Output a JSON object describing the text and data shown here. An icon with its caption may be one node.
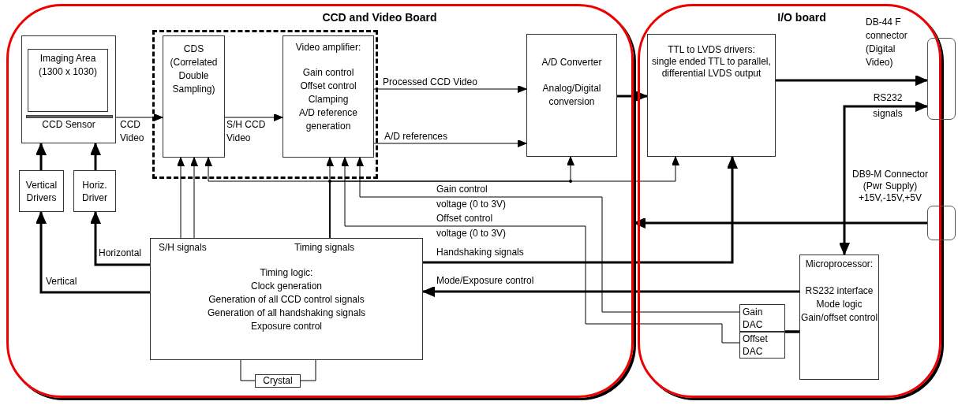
{
  "diagram": {
    "nodes": [
      {
        "text": [
          "CCD and Video Board"
        ]
      },
      {
        "text": [
          "I/O board"
        ]
      },
      {
        "text": [
          "CCD Sensor"
        ],
        "in": 0
      },
      {
        "text": [
          "Imaging Area (1300 x 1030)"
        ],
        "in": 2
      },
      {
        "text": [],
        "shape": "box",
        "in": 0
      },
      {
        "text": [
          "CDS (Correlated Double Sampling)"
        ],
        "in": 4
      },
      {
        "text": [
          "Video amplifier:",
          "Gain control",
          "Offset control",
          "Clamping",
          "A/D reference generation"
        ],
        "in": 4
      },
      {
        "text": [
          "A/D Converter",
          "Analog/Digital conversion"
        ],
        "in": 0
      },
      {
        "text": [
          "Vertical Drivers"
        ],
        "in": 0
      },
      {
        "text": [
          "Horiz. Driver"
        ],
        "in": 0
      },
      {
        "text": [
          "S/H signals",
          "Timing signals",
          "Timing logic:",
          "Clock generation",
          "Generation of all CCD control signals",
          "Generation of all handshaking signals",
          "Exposure control"
        ],
        "in": 0
      },
      {
        "text": [
          "Crystal"
        ],
        "in": 0
      },
      {
        "text": [
          "TTL to LVDS drivers:",
          "single ended TTL to parallel, differential LVDS output"
        ],
        "in": 1
      },
      {
        "text": [],
        "shape": "box",
        "beside": [
          "DB-44 F connector (Digital Video)"
        ]
      },
      {
        "text": [],
        "shape": "box",
        "beside": [
          "DB9-M Connector (Pwr Supply) +15V,-15V,+5V"
        ]
      },
      {
        "text": [
          "Microprocessor:",
          "RS232 interface",
          "Mode logic",
          "Gain/offset control"
        ],
        "in": 1
      },
      {
        "text": [
          "Gain DAC"
        ],
        "in": 1
      },
      {
        "text": [
          "Offset DAC"
        ],
        "in": 1
      }
    ],
    "edges": [
      {
        "from": 2,
        "to": 5,
        "arrow": "to",
        "label": "CCD Video"
      },
      {
        "from": 5,
        "to": 6,
        "arrow": "to",
        "label": "S/H CCD Video"
      },
      {
        "from": 6,
        "to": 7,
        "arrow": "to",
        "label": "Processed CCD Video"
      },
      {
        "from": 6,
        "to": 7,
        "arrow": "to",
        "label": "A/D references"
      },
      {
        "from": 7,
        "to": 12,
        "arrow": "to",
        "style": "thick"
      },
      {
        "from": 12,
        "to": 13,
        "arrow": "to",
        "style": "thick"
      },
      {
        "from": 15,
        "to": 13,
        "arrow": "both",
        "style": "thick",
        "label": "RS232 signals"
      },
      {
        "from": 14,
        "to": 0,
        "arrow": "to",
        "style": "thick"
      },
      {
        "from": 8,
        "to": 2,
        "arrow": "to",
        "style": "thick"
      },
      {
        "from": 9,
        "to": 2,
        "arrow": "to",
        "style": "thick"
      },
      {
        "from": 10,
        "to": 9,
        "arrow": "to",
        "style": "thick",
        "label": "Horizontal"
      },
      {
        "from": 10,
        "to": 8,
        "arrow": "to",
        "style": "thick",
        "label": "Vertical"
      },
      {
        "from": 10,
        "to": 5,
        "arrow": "to"
      },
      {
        "from": 10,
        "to": 5,
        "arrow": "to"
      },
      {
        "from": 10,
        "to": 6,
        "arrow": "to"
      },
      {
        "from": 10,
        "to": 5,
        "arrow": "to"
      },
      {
        "from": 10,
        "to": 7,
        "arrow": "to"
      },
      {
        "from": 10,
        "to": 12,
        "arrow": "to"
      },
      {
        "from": 16,
        "to": 6,
        "arrow": "to",
        "label": "Gain control voltage (0 to 3V)"
      },
      {
        "from": 17,
        "to": 6,
        "arrow": "to",
        "label": "Offset control voltage (0 to 3V)"
      },
      {
        "from": 10,
        "to": 12,
        "arrow": "to",
        "style": "thick",
        "label": "Handshaking signals"
      },
      {
        "from": 15,
        "to": 10,
        "arrow": "to",
        "style": "thick",
        "label": "Mode/Exposure control"
      },
      {
        "from": 15,
        "to": 16,
        "arrow": "none",
        "style": "thick"
      },
      {
        "from": 15,
        "to": 17,
        "arrow": "none",
        "style": "thick"
      },
      {
        "from": 10,
        "to": 11,
        "arrow": "none"
      },
      {
        "from": 10,
        "to": 11,
        "arrow": "none"
      }
    ]
  }
}
